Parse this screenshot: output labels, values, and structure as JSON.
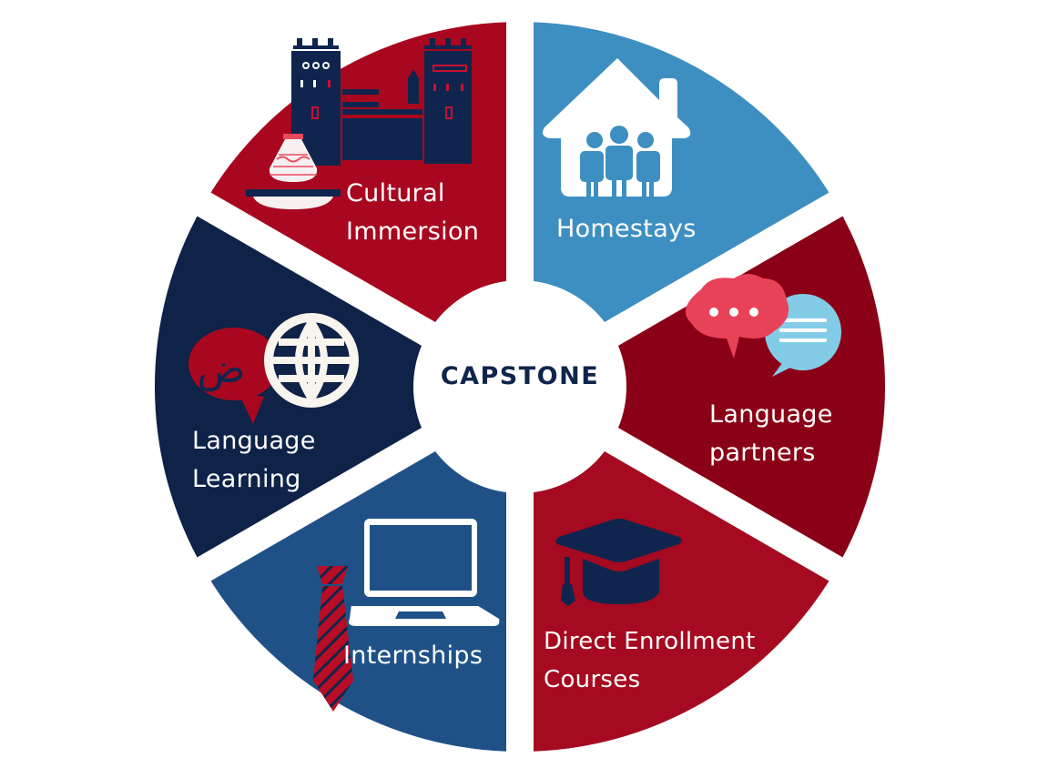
{
  "diagram": {
    "type": "segmented-wheel",
    "center": {
      "label": "CAPSTONE",
      "color": "#10254d"
    },
    "segments": [
      {
        "id": "cultural-immersion",
        "line1": "Cultural",
        "line2": "Immersion",
        "color": "#a8071f",
        "icon": "kasbah-and-tagine-icon"
      },
      {
        "id": "homestays",
        "line1": "Homestays",
        "line2": "",
        "color": "#3e8fc1",
        "icon": "house-with-family-icon"
      },
      {
        "id": "language-partners",
        "line1": "Language",
        "line2": "partners",
        "color": "#8a0016",
        "icon": "chat-bubbles-icon"
      },
      {
        "id": "direct-enrollment-courses",
        "line1": "Direct Enrollment",
        "line2": "Courses",
        "color": "#a50a20",
        "icon": "graduation-cap-icon"
      },
      {
        "id": "internships",
        "line1": "Internships",
        "line2": "",
        "color": "#1f5187",
        "icon": "laptop-and-tie-icon"
      },
      {
        "id": "language-learning",
        "line1": "Language",
        "line2": "Learning",
        "color": "#0f2248",
        "icon": "arabic-speech-bubble-and-globe-icon"
      }
    ],
    "arabic_glyph": "ض"
  }
}
